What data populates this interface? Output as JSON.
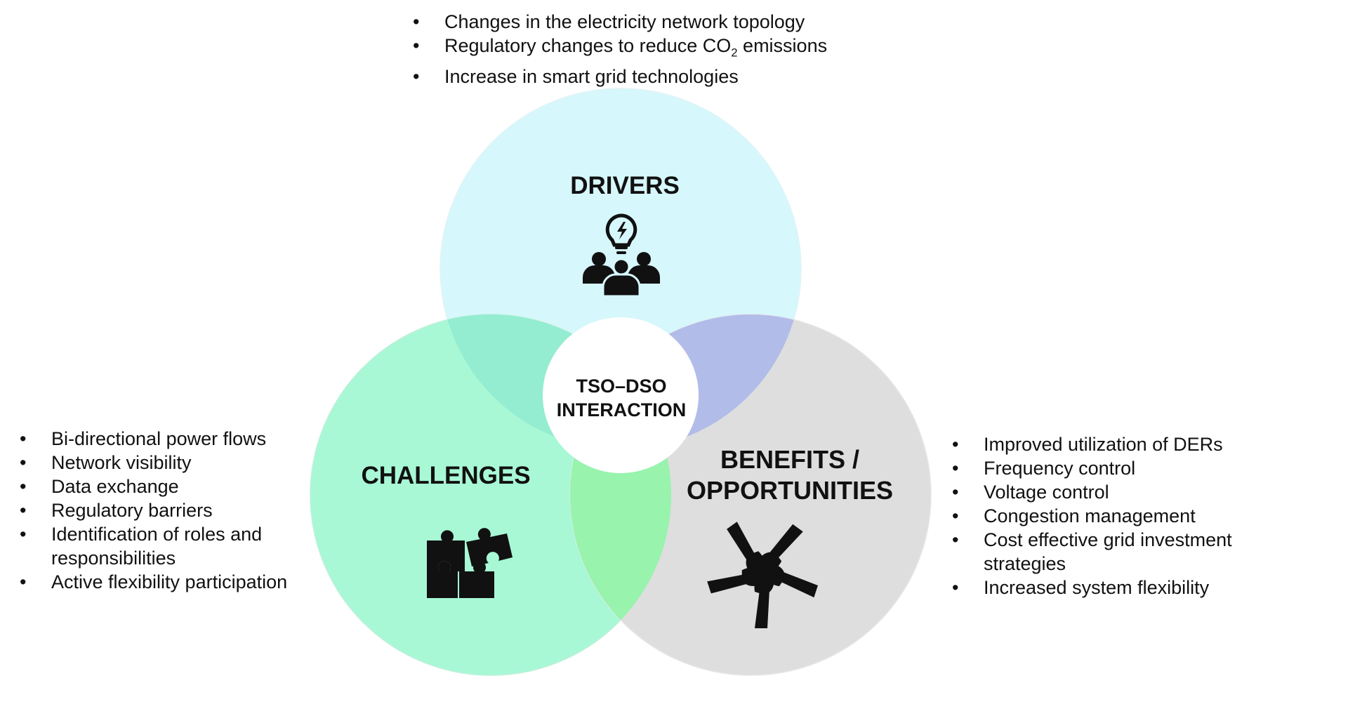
{
  "drivers": {
    "title": "DRIVERS",
    "icon": "lightbulb-team-icon",
    "items": [
      {
        "text": "Changes in the electricity network topology"
      },
      {
        "text": "Regulatory changes to reduce CO",
        "sub": "2",
        "tail": " emissions"
      },
      {
        "text": "Increase in smart grid technologies"
      }
    ]
  },
  "challenges": {
    "title": "CHALLENGES",
    "icon": "puzzle-pieces-icon",
    "items": [
      {
        "text": "Bi-directional power flows"
      },
      {
        "text": "Network visibility"
      },
      {
        "text": "Data exchange"
      },
      {
        "text": "Regulatory barriers"
      },
      {
        "text": "Identification of roles and responsibilities"
      },
      {
        "text": "Active flexibility participation"
      }
    ]
  },
  "benefits": {
    "title_line1": "BENEFITS /",
    "title_line2": "OPPORTUNITIES",
    "icon": "joined-hands-icon",
    "items": [
      {
        "text": "Improved utilization of DERs"
      },
      {
        "text": "Frequency control"
      },
      {
        "text": "Voltage control"
      },
      {
        "text": "Congestion management"
      },
      {
        "text": "Cost effective grid investment strategies"
      },
      {
        "text": "Increased system flexibility"
      }
    ]
  },
  "center": {
    "line1": "TSO–DSO",
    "line2": "INTERACTION"
  },
  "colors": {
    "drivers_circle": "#d6f7fb",
    "challenges_circle": "#a8f8d6",
    "benefits_circle": "#dedede",
    "overlap_drivers_challenges": "#94ecd1",
    "overlap_drivers_benefits": "#b2bce9",
    "overlap_challenges_benefits": "#98f3ad",
    "center_circle": "#ffffff",
    "icon": "#111111"
  }
}
